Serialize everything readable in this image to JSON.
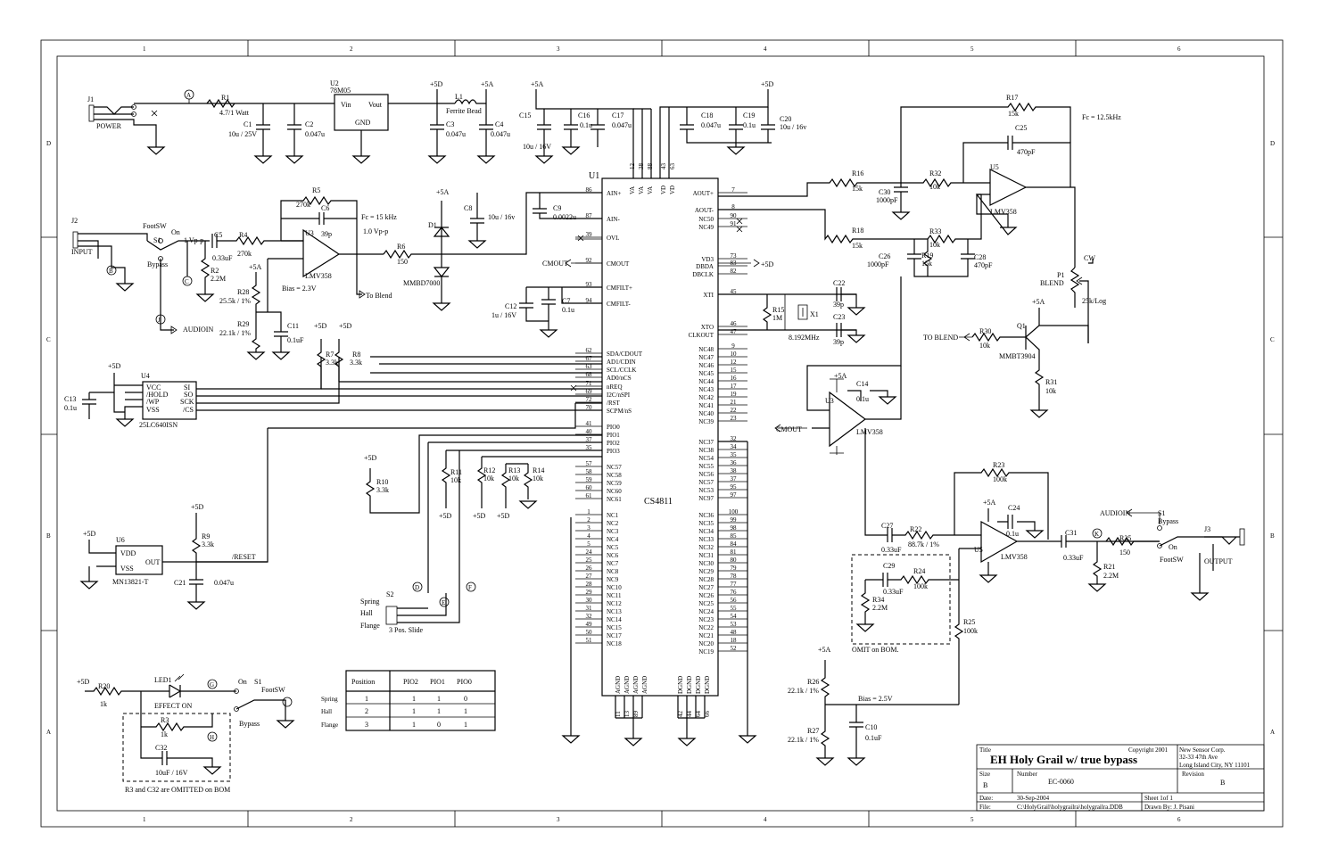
{
  "title_block": {
    "title_label": "Title",
    "title": "EH Holy Grail w/ true bypass",
    "copyright": "Copyright 2001",
    "company": "New Sensor Corp.",
    "address1": "32-33 47th Ave",
    "address2": "Long Island City, NY 11101",
    "size_label": "Size",
    "size": "B",
    "number_label": "Number",
    "number": "EC-0060",
    "revision_label": "Revision",
    "revision": "B",
    "date_label": "Date:",
    "date": "30-Sep-2004",
    "file_label": "File:",
    "file": "C:\\HolyGrail\\holygrailra\\holygrailra.DDB",
    "sheet": "Sheet   1of   1",
    "drawn_by": "Drawn By:   J. Pisani"
  },
  "border": {
    "cols": [
      "1",
      "2",
      "3",
      "4",
      "5",
      "6"
    ],
    "rows": [
      "D",
      "C",
      "B",
      "A"
    ]
  },
  "ic": {
    "ref": "U1",
    "name": "CS4811",
    "left_pins": [
      {
        "num": "86",
        "name": "AIN+"
      },
      {
        "num": "87",
        "name": "AIN-"
      },
      {
        "num": "39",
        "name": "OVL"
      },
      {
        "num": "92",
        "name": "CMOUT"
      },
      {
        "num": "93",
        "name": "CMFILT+"
      },
      {
        "num": "94",
        "name": "CMFILT-"
      },
      {
        "num": "62",
        "name": "SDA/CDOUT"
      },
      {
        "num": "67",
        "name": "AD1/CDIN"
      },
      {
        "num": "63",
        "name": "SCL/CCLK"
      },
      {
        "num": "68",
        "name": "AD0/nCS"
      },
      {
        "num": "71",
        "name": "nREQ"
      },
      {
        "num": "69",
        "name": "I2C/nSPI"
      },
      {
        "num": "72",
        "name": "/RST"
      },
      {
        "num": "70",
        "name": "SCPM/nS"
      },
      {
        "num": "41",
        "name": "PIO0"
      },
      {
        "num": "40",
        "name": "PIO1"
      },
      {
        "num": "37",
        "name": "PIO2"
      },
      {
        "num": "35",
        "name": "PIO3"
      },
      {
        "num": "57",
        "name": "NC57"
      },
      {
        "num": "58",
        "name": "NC58"
      },
      {
        "num": "59",
        "name": "NC59"
      },
      {
        "num": "60",
        "name": "NC60"
      },
      {
        "num": "61",
        "name": "NC61"
      },
      {
        "num": "1",
        "name": "NC1"
      },
      {
        "num": "2",
        "name": "NC2"
      },
      {
        "num": "3",
        "name": "NC3"
      },
      {
        "num": "4",
        "name": "NC4"
      },
      {
        "num": "5",
        "name": "NC5"
      },
      {
        "num": "24",
        "name": "NC6"
      },
      {
        "num": "25",
        "name": "NC7"
      },
      {
        "num": "26",
        "name": "NC8"
      },
      {
        "num": "27",
        "name": "NC9"
      },
      {
        "num": "28",
        "name": "NC10"
      },
      {
        "num": "29",
        "name": "NC11"
      },
      {
        "num": "30",
        "name": "NC12"
      },
      {
        "num": "31",
        "name": "NC13"
      },
      {
        "num": "32",
        "name": "NC14"
      },
      {
        "num": "49",
        "name": "NC15"
      },
      {
        "num": "50",
        "name": "NC17"
      },
      {
        "num": "51",
        "name": "NC18"
      }
    ],
    "right_pins": [
      {
        "num": "7",
        "name": "AOUT+"
      },
      {
        "num": "8",
        "name": "AOUT-"
      },
      {
        "num": "90",
        "name": "NC50"
      },
      {
        "num": "91",
        "name": "NC49"
      },
      {
        "num": "73",
        "name": "VD3"
      },
      {
        "num": "83",
        "name": "DBDA"
      },
      {
        "num": "82",
        "name": "DBCLK"
      },
      {
        "num": "45",
        "name": "XTI"
      },
      {
        "num": "46",
        "name": "XTO"
      },
      {
        "num": "47",
        "name": "CLKOUT"
      },
      {
        "num": "9",
        "name": "NC48"
      },
      {
        "num": "10",
        "name": "NC47"
      },
      {
        "num": "12",
        "name": "NC46"
      },
      {
        "num": "15",
        "name": "NC45"
      },
      {
        "num": "16",
        "name": "NC44"
      },
      {
        "num": "17",
        "name": "NC43"
      },
      {
        "num": "19",
        "name": "NC42"
      },
      {
        "num": "21",
        "name": "NC41"
      },
      {
        "num": "22",
        "name": "NC40"
      },
      {
        "num": "23",
        "name": "NC39"
      },
      {
        "num": "32",
        "name": "NC37"
      },
      {
        "num": "34",
        "name": "NC38"
      },
      {
        "num": "35",
        "name": "NC54"
      },
      {
        "num": "36",
        "name": "NC55"
      },
      {
        "num": "38",
        "name": "NC56"
      },
      {
        "num": "37",
        "name": "NC57"
      },
      {
        "num": "95",
        "name": "NC53"
      },
      {
        "num": "97",
        "name": "NC97"
      },
      {
        "num": "100",
        "name": "NC36"
      },
      {
        "num": "99",
        "name": "NC35"
      },
      {
        "num": "98",
        "name": "NC34"
      },
      {
        "num": "85",
        "name": "NC33"
      },
      {
        "num": "84",
        "name": "NC32"
      },
      {
        "num": "81",
        "name": "NC31"
      },
      {
        "num": "80",
        "name": "NC30"
      },
      {
        "num": "79",
        "name": "NC29"
      },
      {
        "num": "78",
        "name": "NC28"
      },
      {
        "num": "77",
        "name": "NC27"
      },
      {
        "num": "76",
        "name": "NC26"
      },
      {
        "num": "56",
        "name": "NC25"
      },
      {
        "num": "55",
        "name": "NC24"
      },
      {
        "num": "54",
        "name": "NC23"
      },
      {
        "num": "53",
        "name": "NC22"
      },
      {
        "num": "48",
        "name": "NC21"
      },
      {
        "num": "18",
        "name": "NC20"
      },
      {
        "num": "52",
        "name": "NC19"
      }
    ],
    "top_pins": [
      {
        "num": "12",
        "name": "VA"
      },
      {
        "num": "38",
        "name": "VA"
      },
      {
        "num": "88",
        "name": "VA"
      },
      {
        "num": "43",
        "name": "VD"
      },
      {
        "num": "63",
        "name": "VD"
      }
    ],
    "bottom_pins": [
      {
        "num": "11",
        "name": "AGND"
      },
      {
        "num": "13",
        "name": "AGND"
      },
      {
        "num": "89",
        "name": "AGND"
      },
      {
        "num": "",
        "name": "AGND"
      },
      {
        "num": "42",
        "name": "DGND"
      },
      {
        "num": "44",
        "name": "DGND"
      },
      {
        "num": "64",
        "name": "DGND"
      },
      {
        "num": "66",
        "name": "DGND"
      }
    ]
  },
  "labels": {
    "j1": "J1",
    "power": "POWER",
    "r1": "R1",
    "r1v": "4.7/1 Watt",
    "c1": "C1",
    "c1v": "10u / 25V",
    "c2": "C2",
    "c2v": "0.047u",
    "u2": "U2",
    "u2v": "78M05",
    "vin": "Vin",
    "vout": "Vout",
    "gnd": "GND",
    "l1": "L1",
    "l1v": "Ferrite Bead",
    "c3": "C3",
    "c3v": "0.047u",
    "c4": "C4",
    "c4v": "0.047u",
    "c15": "C15",
    "c15v": "10u / 16V",
    "c16": "C16",
    "c16v": "0.1u",
    "c17": "C17",
    "c17v": "0.047u",
    "c18": "C18",
    "c18v": "0.047u",
    "c19": "C19",
    "c19v": "0.1u",
    "c20": "C20",
    "c20v": "10u / 16v",
    "p5d": "+5D",
    "p5a": "+5A",
    "j2": "J2",
    "input": "INPUT",
    "footsw": "FootSW",
    "s1": "S1",
    "on": "On",
    "bypass": "Bypass",
    "c5": "C5",
    "c5v": "0.33uF",
    "r2": "R2",
    "r2v": "2.2M",
    "vpp": "1 Vp-p",
    "r4": "R4",
    "r4v": "270k",
    "r5": "R5",
    "r5v": "270k",
    "c6": "C6",
    "c6v": "39p",
    "u3": "U3",
    "lmv358": "LMV358",
    "fc15": "Fc = 15 kHz",
    "vpp10": "1.0 Vp-p",
    "r6": "R6",
    "r6v": "150",
    "d1": "D1",
    "mmbd": "MMBD7000",
    "toblend": "To Blend",
    "bias23": "Bias = 2.3V",
    "r28": "R28",
    "r28v": "25.5k / 1%",
    "r29": "R29",
    "r29v": "22.1k / 1%",
    "c11": "C11",
    "c11v": "0.1uF",
    "audioin": "AUDIOIN",
    "c8": "C8",
    "c8v": "10u / 16v",
    "c9": "C9",
    "c9v": "0.0022u",
    "c12": "C12",
    "c12v": "1u / 16V",
    "c7": "C7",
    "c7v": "0.1u",
    "cmout": "CMOUT",
    "r7": "R7",
    "r7v": "3.3k",
    "r8": "R8",
    "r8v": "3.3k",
    "u4": "U4",
    "u4v": "25LC640ISN",
    "vcc": "VCC",
    "hold": "/HOLD",
    "wp": "/WP",
    "vss": "VSS",
    "si": "SI",
    "so": "SO",
    "sck": "SCK",
    "cs": "/CS",
    "c13": "C13",
    "c13v": "0.1u",
    "r10": "R10",
    "r10v": "3.3k",
    "r11": "R11",
    "r11v": "10k",
    "r12": "R12",
    "r12v": "10k",
    "r13": "R13",
    "r13v": "10k",
    "r14": "R14",
    "r14v": "10k",
    "u6": "U6",
    "u6v": "MN13821-T",
    "vdd": "VDD",
    "out": "OUT",
    "r9": "R9",
    "r9v": "3.3k",
    "c21": "C21",
    "c21v": "0.047u",
    "reset": "/RESET",
    "s2": "S2",
    "spring": "Spring",
    "hall": "Hall",
    "flange": "Flange",
    "slide": "3 Pos. Slide",
    "r15": "R15",
    "r15v": "1M",
    "x1": "X1",
    "x1v": "8.192MHz",
    "c22": "C22",
    "c22v": "39p",
    "c23": "C23",
    "c23v": "39p",
    "r16": "R16",
    "r16v": "15k",
    "c30": "C30",
    "c30v": "1000pF",
    "r32": "R32",
    "r32v": "10k",
    "r17": "R17",
    "r17v": "15k",
    "c25": "C25",
    "c25v": "470pF",
    "fc125": "Fc = 12.5kHz",
    "u5": "U5",
    "r18": "R18",
    "r18v": "15k",
    "c26": "C26",
    "c26v": "1000pF",
    "r19": "R19",
    "r19v": "15k",
    "r33": "R33",
    "r33v": "10k",
    "c28": "C28",
    "c28v": "470pF",
    "p1": "P1",
    "blend": "BLEND",
    "cw": "CW",
    "p1v": "25k/Log",
    "q1": "Q1",
    "q1v": "MMBT3904",
    "r30": "R30",
    "r30v": "10k",
    "r31": "R31",
    "r31v": "10k",
    "toblendcap": "TO BLEND",
    "c14": "C14",
    "c14v": "0.1u",
    "r23": "R23",
    "r23v": "100k",
    "c24": "C24",
    "c24v": "0.1u",
    "c27": "C27",
    "c27v": "0.33uF",
    "r22": "R22",
    "r22v": "88.7k / 1%",
    "c29": "C29",
    "c29v": "0.33uF",
    "r24": "R24",
    "r24v": "100k",
    "r34": "R34",
    "r34v": "2.2M",
    "omit": "OMIT on BOM.",
    "r25": "R25",
    "r25v": "100k",
    "c31": "C31",
    "c31v": "0.33uF",
    "r35": "R35",
    "r35v": "150",
    "r21": "R21",
    "r21v": "2.2M",
    "j3": "J3",
    "output": "OUTPUT",
    "r26": "R26",
    "r26v": "22.1k / 1%",
    "r27": "R27",
    "r27v": "22.1k / 1%",
    "bias25": "Bias = 2.5V",
    "c10": "C10",
    "c10v": "0.1uF",
    "r20": "R20",
    "r20v": "1k",
    "led1": "LED1",
    "effecton": "EFFECT ON",
    "r3": "R3",
    "r3v": "1k",
    "c32": "C32",
    "c32v": "10uF / 16V",
    "omit2": "R3 and C32 are OMITTED on BOM",
    "nA": "A",
    "nB": "B",
    "nC": "C",
    "nD": "D",
    "nE": "E",
    "nF": "F",
    "nG": "G",
    "nH": "H",
    "nI": "I",
    "nJ": "J",
    "nK": "K"
  },
  "table": {
    "headers": [
      "Position",
      "PIO2",
      "PIO1",
      "PIO0"
    ],
    "rows": [
      {
        "name": "Spring",
        "pos": "1",
        "p2": "1",
        "p1": "1",
        "p0": "0"
      },
      {
        "name": "Hall",
        "pos": "2",
        "p2": "1",
        "p1": "1",
        "p0": "1"
      },
      {
        "name": "Flange",
        "pos": "3",
        "p2": "1",
        "p1": "0",
        "p0": "1"
      }
    ]
  }
}
